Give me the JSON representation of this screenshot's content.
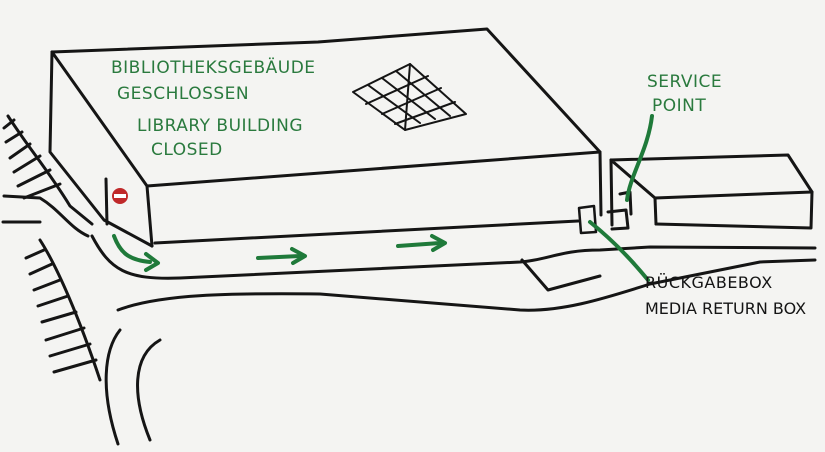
{
  "colors": {
    "paper": "#f4f4f2",
    "ink": "#151515",
    "label": "#2a7a3e",
    "arrow": "#1f7a3a",
    "no_entry": "#c0292a"
  },
  "labels": {
    "closed_de_line1": "BIBLIOTHEKSGEBÄUDE",
    "closed_de_line2": "GESCHLOSSEN",
    "closed_en_line1": "LIBRARY BUILDING",
    "closed_en_line2": "CLOSED",
    "service_line1": "SERVICE",
    "service_line2": "POINT",
    "return_de": "RÜCKGABEBOX",
    "return_en": "MEDIA RETURN BOX"
  },
  "icons": {
    "entrance": "no-entry-icon",
    "roof": "skylight-icon",
    "route": "arrow-right-icon"
  }
}
